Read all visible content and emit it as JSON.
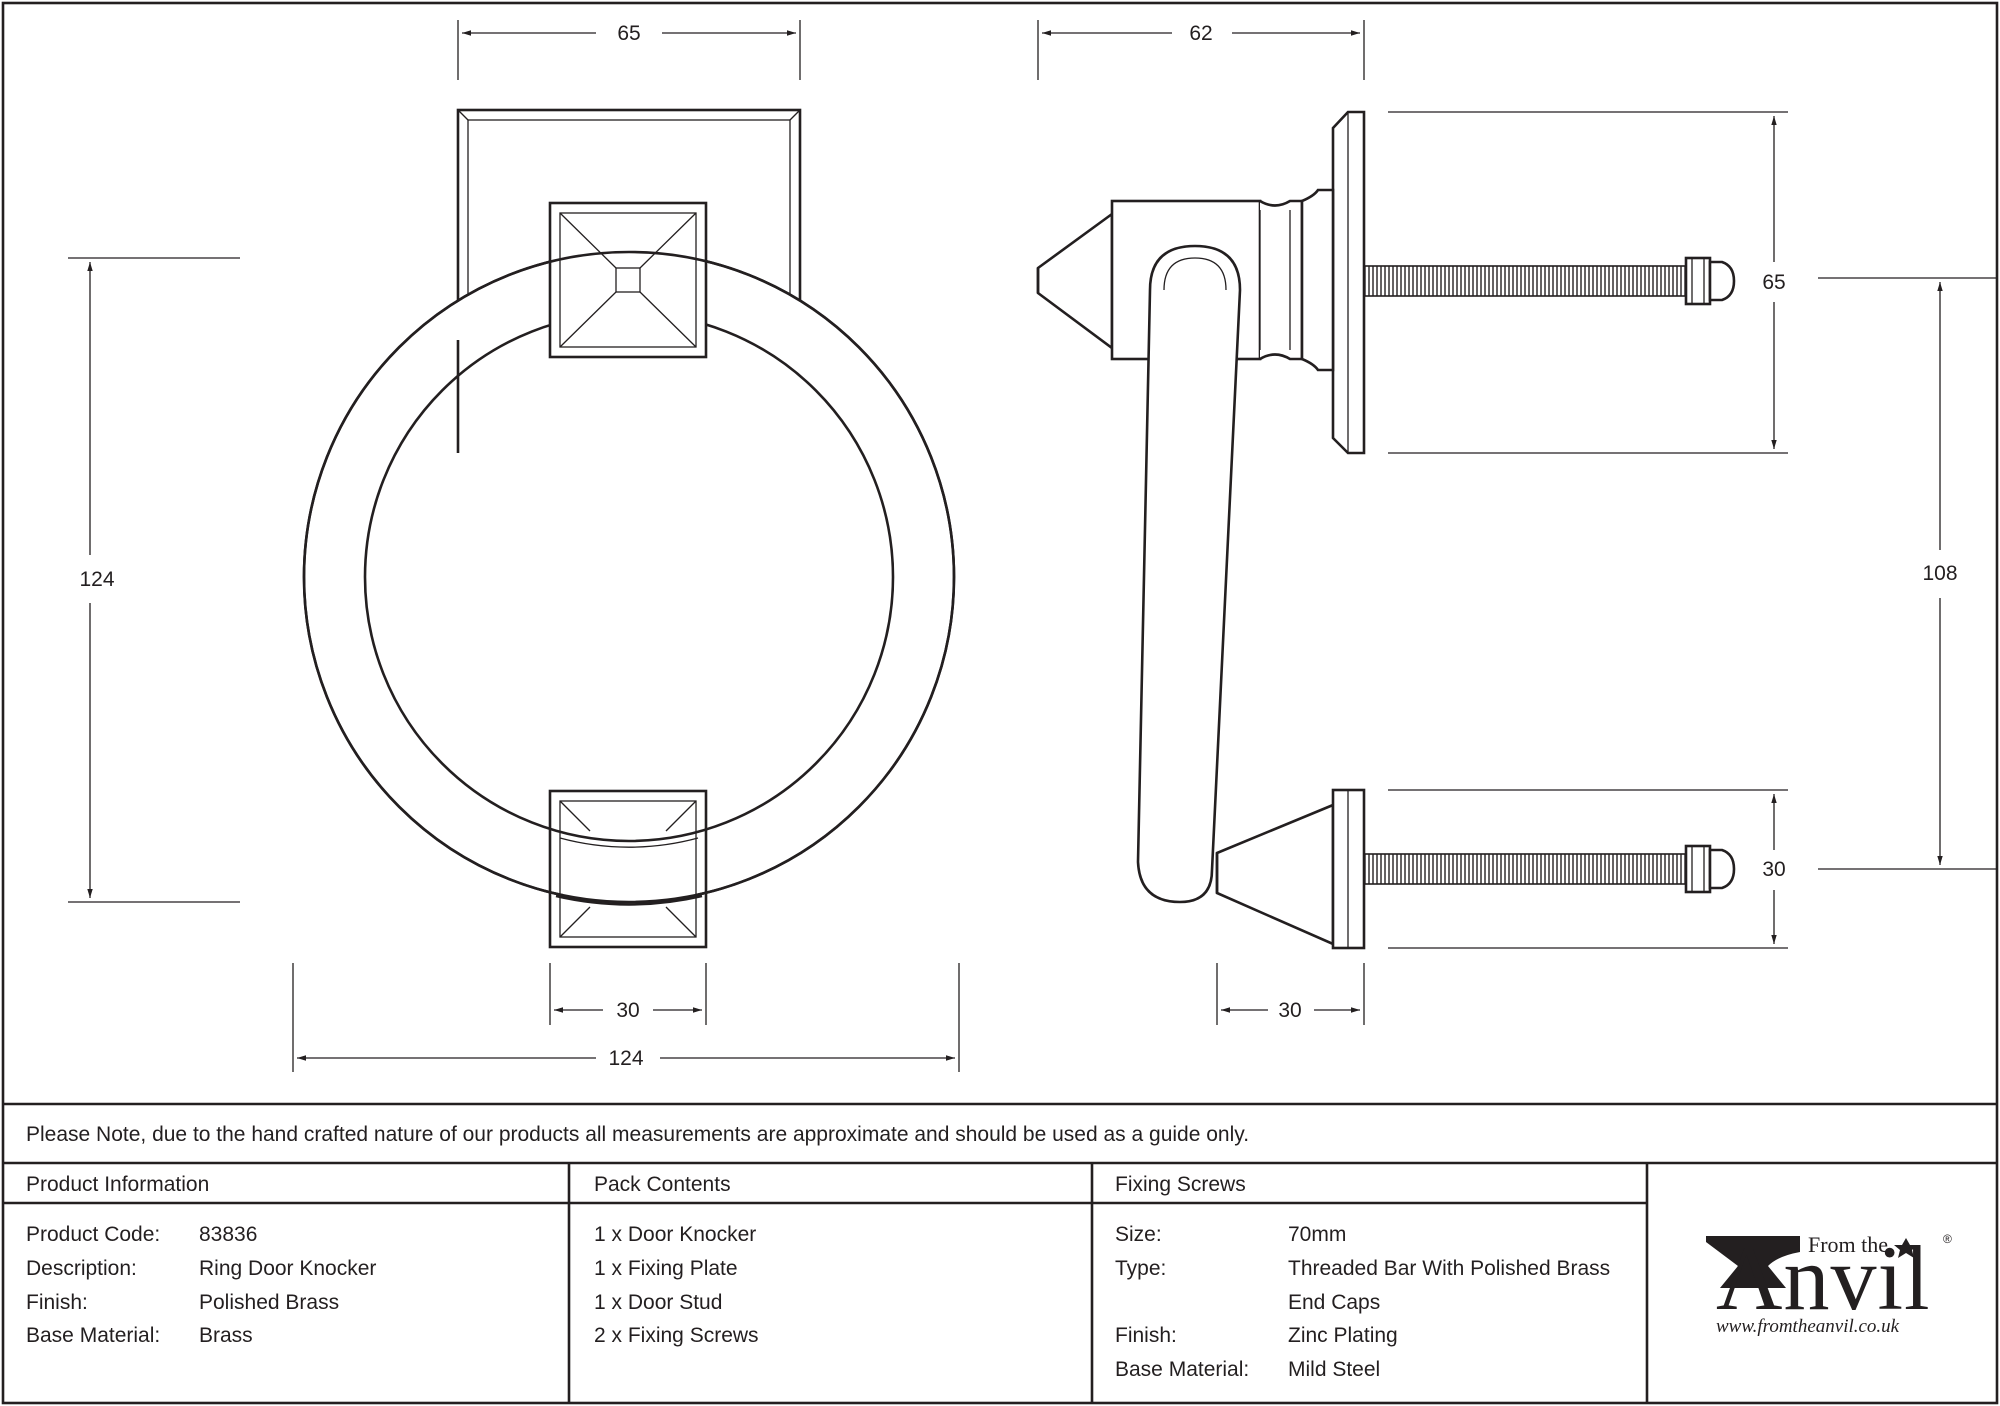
{
  "drawing": {
    "front_view": {
      "backplate_width": "65",
      "overall_height": "124",
      "stud_width": "30",
      "overall_width": "124"
    },
    "side_view": {
      "projection": "62",
      "screw_spacing_top": "65",
      "screw_spacing_total": "108",
      "stud_height": "30",
      "stud_depth": "30"
    }
  },
  "note": "Please Note, due to the hand crafted nature of our products all measurements are approximate and should be used as a guide only.",
  "product_info": {
    "header": "Product Information",
    "rows": [
      {
        "label": "Product Code:",
        "value": "83836"
      },
      {
        "label": "Description:",
        "value": "Ring Door Knocker"
      },
      {
        "label": "Finish:",
        "value": "Polished Brass"
      },
      {
        "label": "Base Material:",
        "value": "Brass"
      }
    ]
  },
  "pack_contents": {
    "header": "Pack Contents",
    "items": [
      "1 x Door Knocker",
      "1 x Fixing Plate",
      "1 x Door Stud",
      "2 x Fixing Screws"
    ]
  },
  "fixing_screws": {
    "header": "Fixing Screws",
    "rows": [
      {
        "label": "Size:",
        "value": "70mm"
      },
      {
        "label": "Type:",
        "value": "Threaded Bar With Polished Brass"
      },
      {
        "label": "",
        "value": "End Caps"
      },
      {
        "label": "Finish:",
        "value": "Zinc Plating"
      },
      {
        "label": "Base Material:",
        "value": "Mild Steel"
      }
    ]
  },
  "logo": {
    "from_the": "From the",
    "name": "Anvil",
    "registered": "®",
    "url": "www.fromtheanvil.co.uk"
  },
  "colors": {
    "line": "#231f20",
    "background": "#ffffff"
  }
}
